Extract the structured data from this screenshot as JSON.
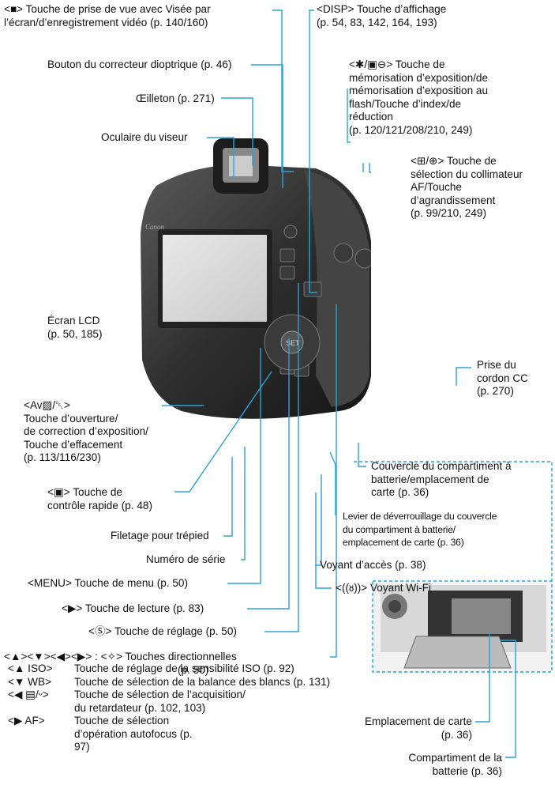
{
  "labels": {
    "live_view": {
      "code": "<■>",
      "text1": " Touche de prise de vue avec Visée par",
      "text2": "l’écran/d’enregistrement vidéo (p. 140/160)"
    },
    "disp": {
      "code": "<DISP>",
      "text1": " Touche d’affichage",
      "text2": "(p. 54, 83, 142, 164, 193)"
    },
    "diopter": "Bouton du correcteur dioptrique (p. 46)",
    "ae_lock": {
      "text1": "<✱/▣⊖> Touche de",
      "text2": "mémorisation d’exposition/de",
      "text3": "mémorisation d’exposition au",
      "text4": "flash/Touche d’index/de",
      "text5": "réduction",
      "text6": "(p. 120/121/208/210, 249)"
    },
    "eyecup": "Œilleton (p. 271)",
    "eyepiece": "Oculaire du viseur",
    "af_point": {
      "text1": "<⊞/⊕> Touche de",
      "text2": "sélection du collimateur",
      "text3": "AF/Touche",
      "text4": "d’agrandissement",
      "text5": "(p. 99/210, 249)"
    },
    "lcd": {
      "text1": "Écran LCD",
      "text2": "(p. 50, 185)"
    },
    "dc_cord": {
      "text1": "Prise du",
      "text2": "cordon CC",
      "text3": "(p. 270)"
    },
    "aperture": {
      "text1": "<Av▨/␡>",
      "text2": "Touche d’ouverture/",
      "text3": "de correction d’exposition/",
      "text4": "Touche d’effacement",
      "text5": "(p. 113/116/230)"
    },
    "battery_cover": {
      "text1": "Couvercle du compartiment à",
      "text2": "batterie/emplacement de",
      "text3": "carte (p. 36)"
    },
    "quick_control": {
      "text1": "<▣> Touche de",
      "text2": "contrôle rapide (p. 48)"
    },
    "release_lever": {
      "text1": "Levier de déverrouillage du couvercle",
      "text2": "du compartiment à batterie/",
      "text3": "emplacement de carte (p. 36)"
    },
    "tripod": "Filetage pour trépied",
    "serial": "Numéro de série",
    "access_lamp": "Voyant d’accès (p. 38)",
    "menu": "<MENU> Touche de menu (p. 50)",
    "wifi": "<((ᴕ))> Voyant Wi-Fi",
    "playback": "<▶> Touche de lecture (p. 83)",
    "set": "<Ⓢ> Touche de réglage (p. 50)",
    "cross_keys": {
      "text1": "<▲><▼><◀><▶> : <✧> Touches directionnelles",
      "text2": "(p. 50)"
    },
    "card_slot": {
      "text1": "Emplacement de carte",
      "text2": "(p. 36)"
    },
    "battery_comp": {
      "text1": "Compartiment de la",
      "text2": "batterie (p. 36)"
    }
  },
  "keys": [
    {
      "key": "<▲ ISO>",
      "desc": "Touche de réglage de la sensibilité ISO (p. 92)"
    },
    {
      "key": "<▼ WB>",
      "desc": "Touche de sélection de la balance des blancs (p. 131)"
    },
    {
      "key": "<◀ ▤/ᵕ>",
      "desc": "Touche de sélection de l’acquisition/ du retardateur (p. 102, 103)"
    },
    {
      "key": "<▶ AF>",
      "desc": "Touche de sélection d’opération autofocus (p. 97)"
    }
  ],
  "colors": {
    "leader": "#29a3d6"
  }
}
